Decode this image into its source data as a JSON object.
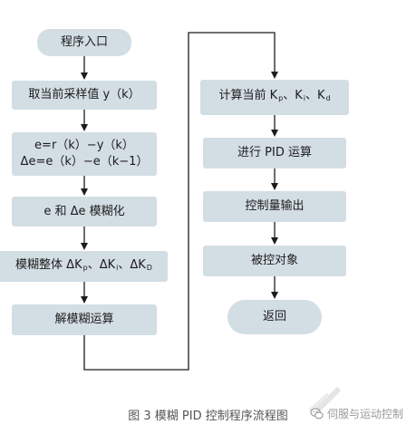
{
  "left_column": {
    "start": "程序入口",
    "step1": "取当前采样值 y（k）",
    "step2_line1": "e=r（k）−y（k）",
    "step2_line2": "Δe=e（k）−e（k−1）",
    "step3": "e 和 Δe 模糊化",
    "step4_prefix": "模糊整体 ΔK",
    "step4_sub_p": "p",
    "step4_sep1": "、ΔK",
    "step4_sub_i": "i",
    "step4_sep2": "、ΔK",
    "step4_sub_d": "D",
    "step5": "解模糊运算"
  },
  "right_column": {
    "step1_prefix": "计算当前 K",
    "step1_sub_p": "p",
    "step1_sep1": "、K",
    "step1_sub_i": "i",
    "step1_sep2": "、K",
    "step1_sub_d": "d",
    "step2": "进行 PID 运算",
    "step3": "控制量输出",
    "step4": "被控对象",
    "end": "返回"
  },
  "caption": "图 3 模糊 PID 控制程序流程图",
  "watermark": "伺服与运动控制",
  "colors": {
    "node_fill": "#d3dde4",
    "line": "#1c1c1c"
  }
}
